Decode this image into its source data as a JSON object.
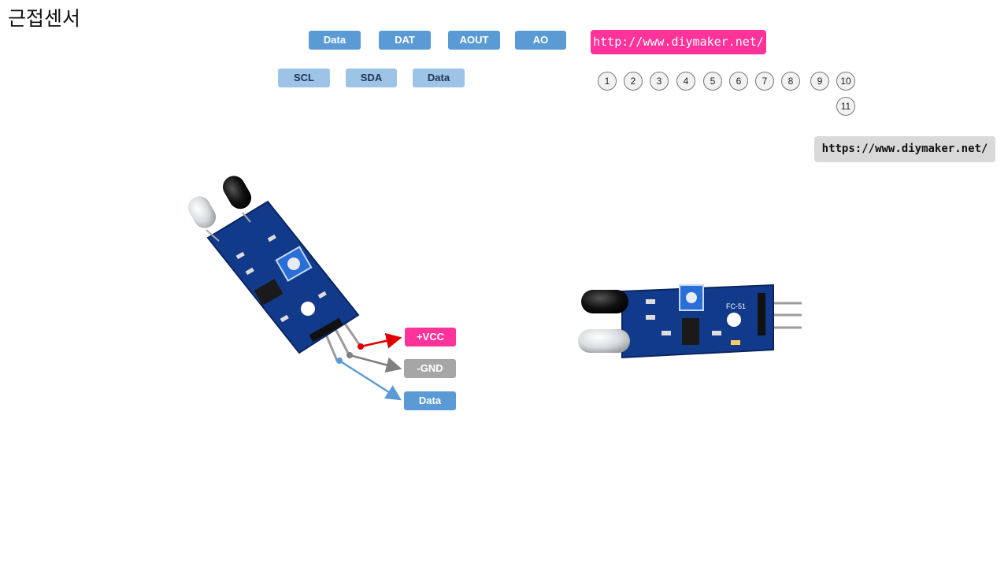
{
  "title": "근접센서",
  "top_tags": [
    "Data",
    "DAT",
    "AOUT",
    "AO"
  ],
  "second_tags": [
    "SCL",
    "SDA",
    "Data"
  ],
  "url_pink": "http://www.diymaker.net/",
  "url_grey": "https://www.diymaker.net/",
  "numbers": [
    "1",
    "2",
    "3",
    "4",
    "5",
    "6",
    "7",
    "8",
    "9",
    "10",
    "11"
  ],
  "pins": {
    "vcc": "+VCC",
    "gnd": "-GND",
    "data": "Data"
  },
  "board_label": "FC-51",
  "colors": {
    "vcc": "#ff3399",
    "gnd": "#a6a6a6",
    "data": "#5b9bd5",
    "pcb": "#123a8a"
  }
}
